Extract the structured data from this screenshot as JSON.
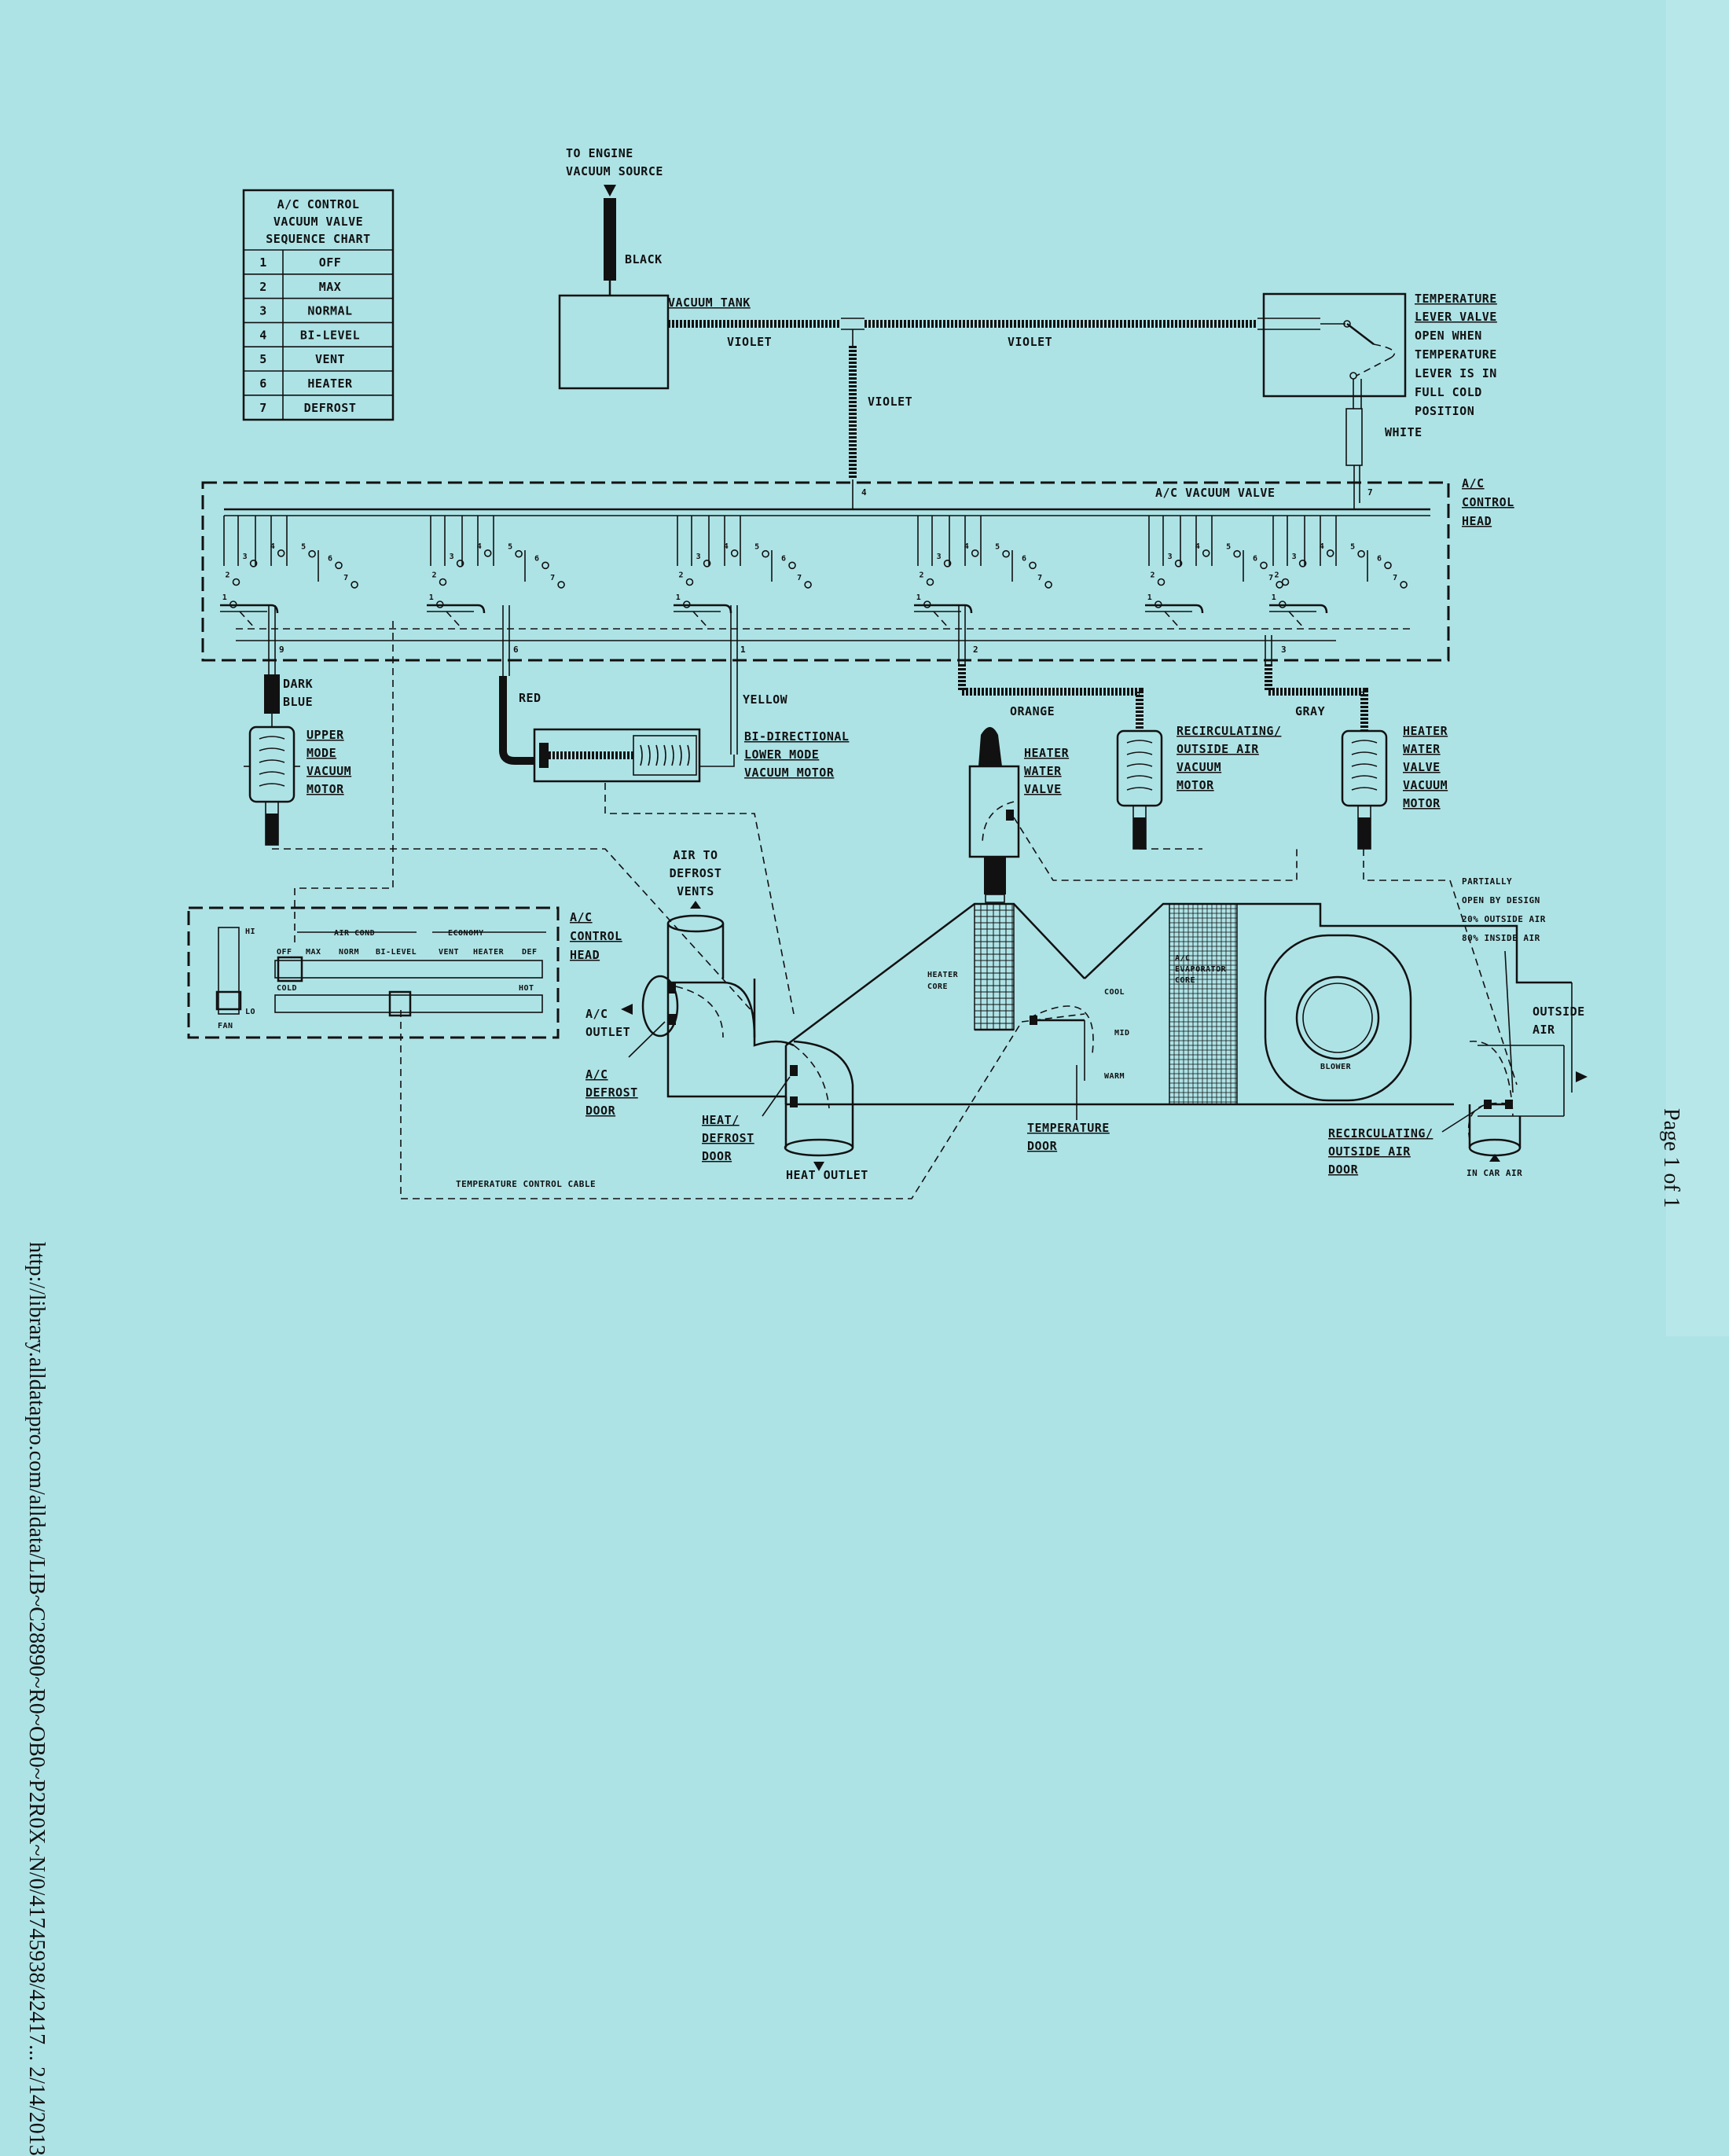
{
  "margin_left": "http://library.alldatapro.com/alldata/LIB~C28890~R0~OB0~P2R0X~N/0/41745938/42417...   2/14/2013",
  "margin_right": "Page 1 of 1",
  "sequence_chart": {
    "title_lines": [
      "A/C CONTROL",
      "VACUUM VALVE",
      "SEQUENCE CHART"
    ],
    "rows": [
      {
        "num": "1",
        "mode": "OFF"
      },
      {
        "num": "2",
        "mode": "MAX"
      },
      {
        "num": "3",
        "mode": "NORMAL"
      },
      {
        "num": "4",
        "mode": "BI-LEVEL"
      },
      {
        "num": "5",
        "mode": "VENT"
      },
      {
        "num": "6",
        "mode": "HEATER"
      },
      {
        "num": "7",
        "mode": "DEFROST"
      }
    ]
  },
  "labels": {
    "to_engine": [
      "TO ENGINE",
      "VACUUM SOURCE"
    ],
    "black": "BLACK",
    "vacuum_tank": "VACUUM TANK",
    "violet": "VIOLET",
    "temp_lever_valve": [
      "TEMPERATURE",
      "LEVER VALVE",
      "OPEN WHEN",
      "TEMPERATURE",
      "LEVER IS IN",
      "FULL COLD",
      "POSITION"
    ],
    "white": "WHITE",
    "ac_vacuum_valve": "A/C VACUUM VALVE",
    "ac_control_head": [
      "A/C",
      "CONTROL",
      "HEAD"
    ],
    "dark_blue": [
      "DARK",
      "BLUE"
    ],
    "red": "RED",
    "yellow": "YELLOW",
    "orange": "ORANGE",
    "gray": "GRAY",
    "upper_mode_motor": [
      "UPPER",
      "MODE",
      "VACUUM",
      "MOTOR"
    ],
    "bidirectional_motor": [
      "BI-DIRECTIONAL",
      "LOWER MODE",
      "VACUUM MOTOR"
    ],
    "heater_water_valve": [
      "HEATER",
      "WATER",
      "VALVE"
    ],
    "recirc_motor": [
      "RECIRCULATING/",
      "OUTSIDE AIR",
      "VACUUM",
      "MOTOR"
    ],
    "heater_water_valve_motor": [
      "HEATER",
      "WATER",
      "VALVE",
      "VACUUM",
      "MOTOR"
    ],
    "air_to_defrost": [
      "AIR TO",
      "DEFROST",
      "VENTS"
    ],
    "ac_control_head_2": [
      "A/C",
      "CONTROL",
      "HEAD"
    ],
    "ac_outlet": [
      "A/C",
      "OUTLET"
    ],
    "ac_defrost_door": [
      "A/C",
      "DEFROST",
      "DOOR"
    ],
    "heat_defrost_door": [
      "HEAT/",
      "DEFROST",
      "DOOR"
    ],
    "heat_outlet": "HEAT OUTLET",
    "heater_core": [
      "HEATER",
      "CORE"
    ],
    "cool": "COOL",
    "mid": "MID",
    "warm": "WARM",
    "temperature_door": [
      "TEMPERATURE",
      "DOOR"
    ],
    "ac_evaporator_core": [
      "A/C",
      "EVAPORATOR",
      "CORE"
    ],
    "blower": "BLOWER",
    "partially_open": [
      "PARTIALLY",
      "OPEN BY DESIGN",
      "20% OUTSIDE AIR",
      "80% INSIDE AIR"
    ],
    "outside_air": [
      "OUTSIDE",
      "AIR"
    ],
    "recirc_door": [
      "RECIRCULATING/",
      "OUTSIDE AIR",
      "DOOR"
    ],
    "in_car_air": "IN CAR AIR",
    "temp_control_cable": "TEMPERATURE CONTROL CABLE",
    "panel_hi": "HI",
    "panel_lo": "LO",
    "panel_fan": "FAN",
    "panel_air_cond": "AIR COND",
    "panel_economy": "ECONOMY",
    "panel_modes": [
      "OFF",
      "MAX",
      "NORM",
      "BI-LEVEL",
      "VENT",
      "HEATER",
      "DEF"
    ],
    "panel_cold": "COLD",
    "panel_hot": "HOT"
  },
  "port_numbers": [
    "1",
    "2",
    "3",
    "4",
    "5",
    "6",
    "7"
  ],
  "line_port_labels": {
    "dark_blue": "9",
    "red": "6",
    "yellow": "1",
    "orange": "2",
    "gray": "3",
    "violet": "4",
    "white": "7"
  }
}
